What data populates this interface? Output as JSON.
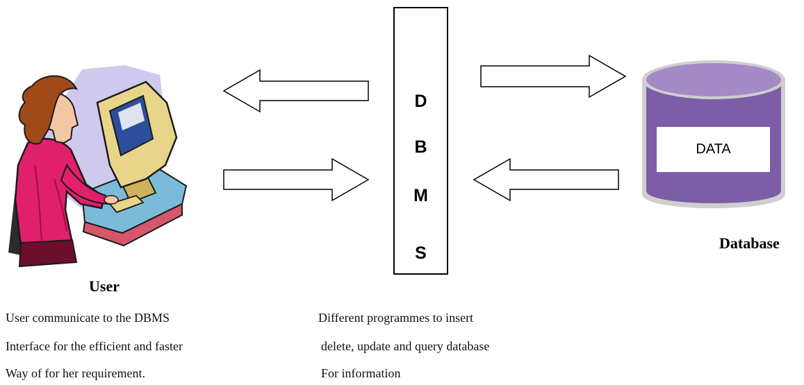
{
  "dbms": {
    "letters": [
      "D",
      "B",
      "M",
      "S"
    ]
  },
  "database": {
    "data_label": "DATA",
    "caption": "Database",
    "colors": {
      "side": "#7b5ea7",
      "top": "#a48bc5",
      "rim": "#cfcfcf"
    }
  },
  "user": {
    "caption": "User",
    "colors": {
      "sweater": "#e0206b",
      "hair": "#a04a1a",
      "monitor": "#e8d58a",
      "desk": "#79b7d6"
    }
  },
  "descriptions": {
    "left": [
      "User communicate to the DBMS",
      "Interface for the efficient and faster",
      "Way of for her requirement."
    ],
    "right": [
      "Different programmes to insert",
      "delete, update and query database",
      "For information"
    ]
  }
}
